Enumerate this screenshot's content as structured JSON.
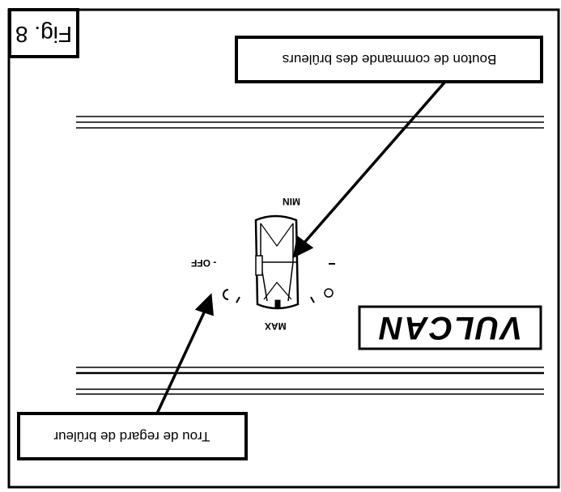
{
  "figure": {
    "label": "Fig. 8",
    "callout_knob": "Bouton de commande des brûleurs",
    "callout_peephole": "Trou de regard de brûleur",
    "dial": {
      "min": "MIN",
      "max": "MAX",
      "off": "- OFF"
    },
    "brand": "VULCAN"
  }
}
